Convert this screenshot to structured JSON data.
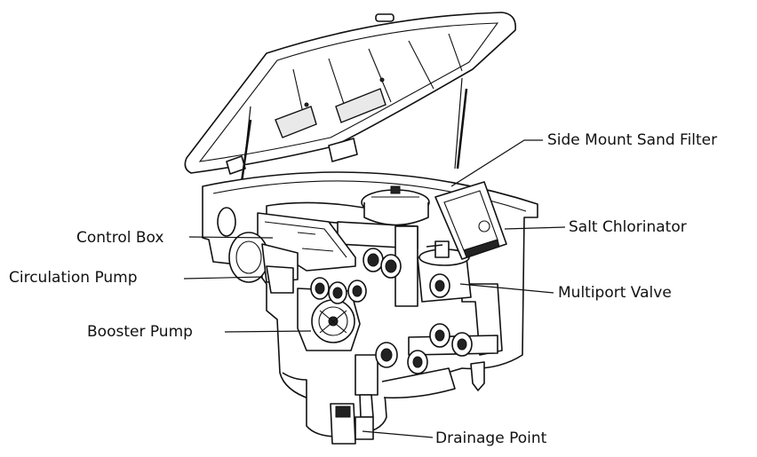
{
  "labels": {
    "side_mount_sand_filter": "Side Mount Sand Filter",
    "salt_chlorinator": "Salt Chlorinator",
    "control_box": "Control Box",
    "circulation_pump": "Circulation Pump",
    "multiport_valve": "Multiport Valve",
    "booster_pump": "Booster Pump",
    "drainage_point": "Drainage Point"
  }
}
